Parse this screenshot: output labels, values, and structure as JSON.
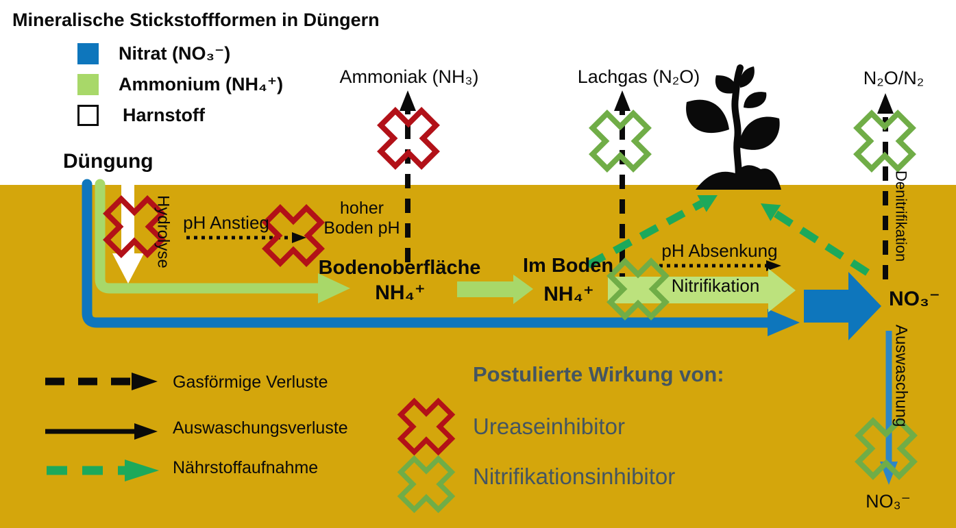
{
  "title": "Mineralische Stickstoffformen in Düngern",
  "fertilizer_legend": {
    "items": [
      {
        "name": "nitrat",
        "label": "Nitrat (NO₃⁻)",
        "color": "#0E76BC"
      },
      {
        "name": "ammonium",
        "label": "Ammonium (NH₄⁺)",
        "color": "#A8D869"
      },
      {
        "name": "harnstoff",
        "label": "Harnstoff",
        "color": "#FFFFFF"
      }
    ]
  },
  "labels": {
    "duengung": "Düngung",
    "hydrolyse": "Hydrolyse",
    "ph_anstieg": "pH Anstieg",
    "hoher_boden_ph": "hoher\nBoden pH",
    "ammoniak": "Ammoniak (NH₃)",
    "lachgas": "Lachgas (N₂O)",
    "n2o_n2": "N₂O/N₂",
    "bodenoberflaeche": "Bodenoberfläche",
    "nh4_oberflaeche": "NH₄⁺",
    "im_boden": "Im Boden",
    "nh4_boden": "NH₄⁺",
    "ph_absenkung": "pH Absenkung",
    "nitrifikation": "Nitrifikation",
    "no3": "NO₃⁻",
    "denitrifikation": "Denitrifikation",
    "auswaschung": "Auswaschung",
    "no3_ausgewaschen": "NO₃⁻"
  },
  "flow_legend": {
    "items": [
      {
        "name": "gasfoermige-verluste",
        "label": "Gasförmige Verluste",
        "style": "black-dashed-arrow"
      },
      {
        "name": "auswaschungsverluste",
        "label": "Auswaschungsverluste",
        "style": "black-solid-arrow"
      },
      {
        "name": "naehrstoffaufnahme",
        "label": "Nährstoffaufnahme",
        "style": "green-dashed-arrow"
      }
    ]
  },
  "inhibitor_legend": {
    "heading": "Postulierte Wirkung von:",
    "items": [
      {
        "name": "ureaseinhibitor",
        "label": "Ureaseinhibitor",
        "color": "#B21118"
      },
      {
        "name": "nitrifikationsinhibitor",
        "label": "Nitrifikationsinhibitor",
        "color": "#70AD47"
      }
    ]
  },
  "colors": {
    "soil": "#D4A60C",
    "nitrat_blue": "#0E76BC",
    "leaching_blue": "#2E86C6",
    "ammonium_green": "#A8D869",
    "nitrification_arrow_green": "#BCE27D",
    "uptake_green": "#1CA95B",
    "urease_red": "#B21118",
    "inhibitor_green": "#70AD47",
    "heading_slate": "#445561"
  }
}
